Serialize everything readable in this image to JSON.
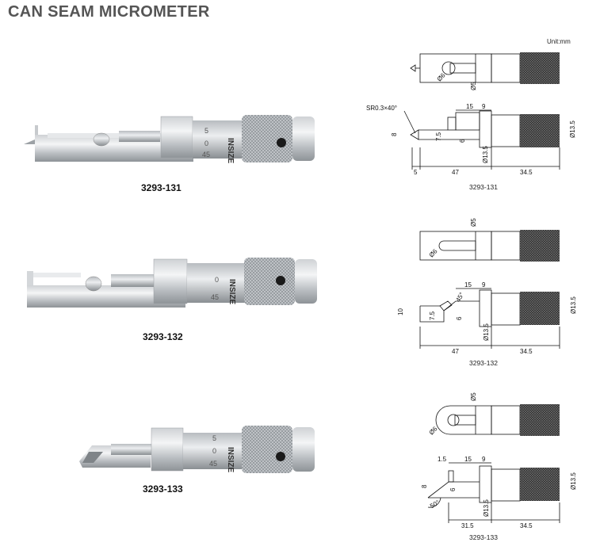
{
  "title": "CAN SEAM MICROMETER",
  "unit_label": "Unit:mm",
  "products": [
    {
      "model": "3293-131",
      "scale": [
        "5",
        "0",
        "45"
      ],
      "brand": "INSIZE",
      "drawing": {
        "model": "3293-131",
        "top": [
          "Ø6",
          "Ø5"
        ],
        "side": [
          "SR0.3×40°",
          "15",
          "9",
          "8",
          "7.5",
          "6",
          "Ø13.5",
          "Ø13.5",
          "5",
          "47",
          "34.5"
        ]
      }
    },
    {
      "model": "3293-132",
      "scale": [
        "0",
        "45"
      ],
      "brand": "INSIZE",
      "drawing": {
        "model": "3293-132",
        "top": [
          "Ø5",
          "Ø6"
        ],
        "side": [
          "15",
          "9",
          "45°",
          "10",
          "7.5",
          "6",
          "Ø13.5",
          "Ø13.5",
          "47",
          "34.5"
        ]
      }
    },
    {
      "model": "3293-133",
      "scale": [
        "5",
        "0",
        "45"
      ],
      "brand": "INSIZE",
      "drawing": {
        "model": "3293-133",
        "top": [
          "Ø5",
          "Ø6"
        ],
        "side": [
          "1.5",
          "15",
          "9",
          "8",
          "6",
          "50°",
          "Ø13.5",
          "Ø13.5",
          "31.5",
          "34.5"
        ]
      }
    }
  ]
}
